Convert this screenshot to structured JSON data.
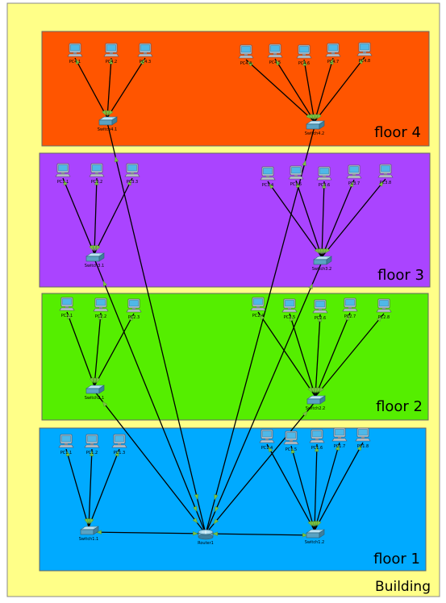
{
  "building": {
    "label": "Building",
    "color": "#ffff88"
  },
  "floors": [
    {
      "id": "f4",
      "label": "floor 4",
      "color": "#ff5500"
    },
    {
      "id": "f3",
      "label": "floor 3",
      "color": "#aa44ff"
    },
    {
      "id": "f2",
      "label": "floor 2",
      "color": "#55ee00"
    },
    {
      "id": "f1",
      "label": "floor 1",
      "color": "#00aaff"
    }
  ],
  "router": {
    "id": "r1",
    "label": "Router1"
  },
  "switches": [
    {
      "id": "s41",
      "label": "Switch4.1"
    },
    {
      "id": "s42",
      "label": "Switch4.2"
    },
    {
      "id": "s31",
      "label": "Switch3.1"
    },
    {
      "id": "s32",
      "label": "Switch3.2"
    },
    {
      "id": "s21",
      "label": "Switch2.1"
    },
    {
      "id": "s22",
      "label": "Switch2.2"
    },
    {
      "id": "s11",
      "label": "Switch1.1"
    },
    {
      "id": "s12",
      "label": "Switch1.2"
    }
  ],
  "pcs": [
    {
      "id": "p41",
      "label": "PC4.1",
      "switch": "s41"
    },
    {
      "id": "p42",
      "label": "PC4.2",
      "switch": "s41"
    },
    {
      "id": "p43",
      "label": "PC4.3",
      "switch": "s41"
    },
    {
      "id": "p44",
      "label": "PC4.4",
      "switch": "s42"
    },
    {
      "id": "p45",
      "label": "PC4.5",
      "switch": "s42"
    },
    {
      "id": "p46",
      "label": "PC4.6",
      "switch": "s42"
    },
    {
      "id": "p47",
      "label": "PC4.7",
      "switch": "s42"
    },
    {
      "id": "p48",
      "label": "PC4.8",
      "switch": "s42"
    },
    {
      "id": "p31",
      "label": "PC3.1",
      "switch": "s31"
    },
    {
      "id": "p32",
      "label": "PC3.2",
      "switch": "s31"
    },
    {
      "id": "p33",
      "label": "PC3.3",
      "switch": "s31"
    },
    {
      "id": "p34",
      "label": "PC3.4",
      "switch": "s32"
    },
    {
      "id": "p35",
      "label": "PC3.5",
      "switch": "s32"
    },
    {
      "id": "p36",
      "label": "PC3.6",
      "switch": "s32"
    },
    {
      "id": "p37",
      "label": "PC3.7",
      "switch": "s32"
    },
    {
      "id": "p38",
      "label": "PC3.8",
      "switch": "s32"
    },
    {
      "id": "p21",
      "label": "PC2.1",
      "switch": "s21"
    },
    {
      "id": "p22",
      "label": "PC2.2",
      "switch": "s21"
    },
    {
      "id": "p23",
      "label": "PC2.3",
      "switch": "s21"
    },
    {
      "id": "p24",
      "label": "PC2.4",
      "switch": "s22"
    },
    {
      "id": "p25",
      "label": "PC2.5",
      "switch": "s22"
    },
    {
      "id": "p26",
      "label": "PC2.6",
      "switch": "s22"
    },
    {
      "id": "p27",
      "label": "PC2.7",
      "switch": "s22"
    },
    {
      "id": "p28",
      "label": "PC2.8",
      "switch": "s22"
    },
    {
      "id": "p11",
      "label": "PC1.1",
      "switch": "s11"
    },
    {
      "id": "p12",
      "label": "PC1.2",
      "switch": "s11"
    },
    {
      "id": "p13",
      "label": "PC1.3",
      "switch": "s11"
    },
    {
      "id": "p14",
      "label": "PC1.4",
      "switch": "s12"
    },
    {
      "id": "p15",
      "label": "PC1.5",
      "switch": "s12"
    },
    {
      "id": "p16",
      "label": "PC1.6",
      "switch": "s12"
    },
    {
      "id": "p17",
      "label": "PC1.7",
      "switch": "s12"
    },
    {
      "id": "p18",
      "label": "PC1.8",
      "switch": "s12"
    }
  ],
  "uplinks": [
    "s41",
    "s42",
    "s31",
    "s32",
    "s21",
    "s22",
    "s11",
    "s12"
  ],
  "link_color": "#000000",
  "port_indicator_color": "#7ac142"
}
